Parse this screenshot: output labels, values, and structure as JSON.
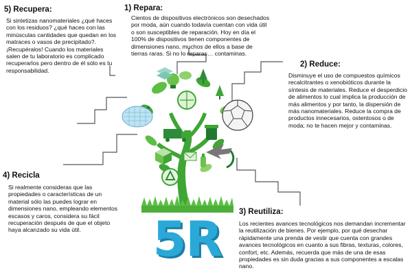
{
  "sections": {
    "repara": {
      "title": "1) Repara:",
      "body": "Cientos de dispositivos electrónicos son desechados por moda, aún cuando todavía cuentan con vida útil o son susceptibles de reparación. Hoy en día el 100% de dispositivos tienen componentes de dimensiones nano, muchos de ellos a base de tierras raras. Si no lo reparas… contaminas."
    },
    "reduce": {
      "title": "2) Reduce:",
      "body": "Disminuye el uso de compuestos químicos recalcitrantes o xenobióticos durante la síntesis de materiales. Reduce el desperdicio de alimentos lo cual implica la producción de más alimentos y por tanto, la dispersión de más nanomateriales. Reduce la compra de productos innecesarios, ostentosos o de moda; no te hacen mejor y contaminas."
    },
    "reutiliza": {
      "title": "3) Reutiliza:",
      "body": "Los recientes avances tecnológicos nos demandan incrementar la reutilización de bienes. Por ejemplo, por qué desechar rápidamente una prenda de vestir que cuenta con grandes avances tecnológicos en cuanto a sus fibras, texturas, colores, confort, etc. Además, recuerda que más de una de esas propiedades es sin duda gracias a sus componentes a escalas nano."
    },
    "recicla": {
      "title": "4) Recicla",
      "body": "Si realmente consideras que las propiedades o características de un material sólo las puedes lograr en dimensiones nano, empleando elementos escasos y caros, considera su fácil recuperación después de que el objeto haya alcanzado su vida útil."
    },
    "recupera": {
      "title": "5) Recupera:",
      "body": "Si sintetizas nanomateriales ¿qué haces con los residuos? ¿qué haces con las minúsculas cantidades que quedan en los matraces o vasos de precipitado?. ¡Recupéralos! Cuando los materiales salen de tu laboratorio es complicado recuperarlos pero dentro de él sólo es tu responsabilidad."
    }
  },
  "badge": {
    "text": "5R"
  },
  "colors": {
    "leaf_green": "#3fa535",
    "dark_green": "#1e7a2e",
    "stair_gray": "#555555",
    "badge_blue": "#2aa9d8",
    "grass_green": "#4caf3a"
  }
}
